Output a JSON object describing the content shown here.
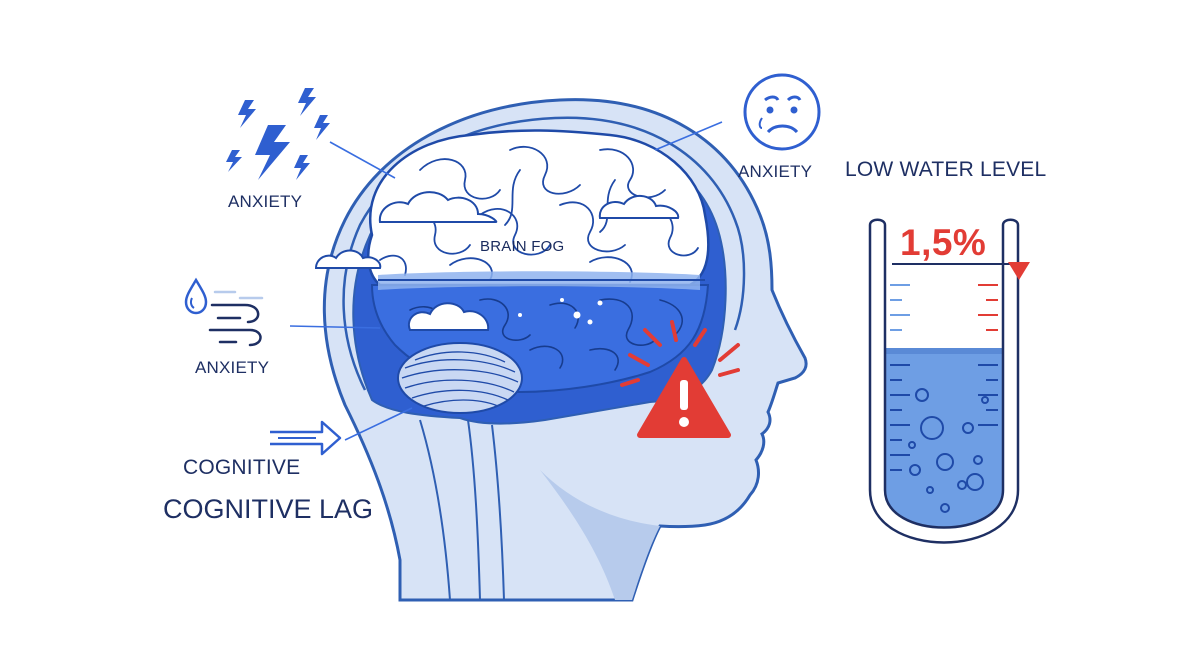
{
  "labels": {
    "anxiety_lightning": "ANXIETY",
    "anxiety_water": "ANXIETY",
    "anxiety_face": "ANXIETY",
    "cognitive": "COGNITIVE",
    "cognitive_lag": "COGNITIVE LAG",
    "brain_fog": "BRAIN FOG",
    "low_water_level": "LOW WATER LEVEL",
    "water_percentage": "1,5%"
  },
  "icons": [
    "lightning-icon",
    "water-drop-icon",
    "wind-icon",
    "arrow-right-icon",
    "sad-face-icon",
    "warning-icon",
    "cloud-icon",
    "test-tube-icon"
  ],
  "colors": {
    "outline": "#2f5fb3",
    "head_fill": "#d7e3f6",
    "brain_blue": "#2f5fd0",
    "water_blue": "#6e9ee4",
    "warning_red": "#e23c35",
    "text": "#1e2f63"
  }
}
